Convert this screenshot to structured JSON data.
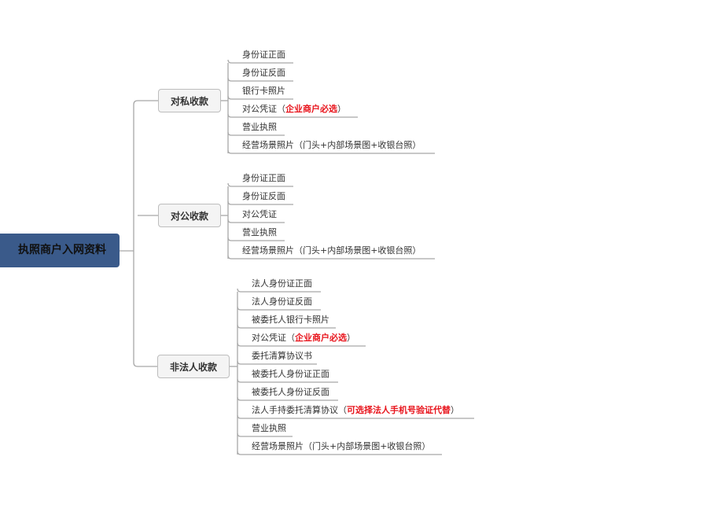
{
  "root": {
    "label": "执照商户入网资料"
  },
  "branches": [
    {
      "label": "对私收款",
      "items": [
        {
          "text": "身份证正面"
        },
        {
          "text": "身份证反面"
        },
        {
          "text": "银行卡照片"
        },
        {
          "text": "对公凭证（",
          "note": "企业商户必选",
          "suffix": "）"
        },
        {
          "text": "营业执照"
        },
        {
          "text": "经营场景照片（门头+内部场景图+收银台照）"
        }
      ]
    },
    {
      "label": "对公收款",
      "items": [
        {
          "text": "身份证正面"
        },
        {
          "text": "身份证反面"
        },
        {
          "text": "对公凭证"
        },
        {
          "text": "营业执照"
        },
        {
          "text": "经营场景照片（门头+内部场景图+收银台照）"
        }
      ]
    },
    {
      "label": "非法人收款",
      "items": [
        {
          "text": "法人身份证正面"
        },
        {
          "text": "法人身份证反面"
        },
        {
          "text": "被委托人银行卡照片"
        },
        {
          "text": "对公凭证（",
          "note": "企业商户必选",
          "suffix": "）"
        },
        {
          "text": "委托清算协议书"
        },
        {
          "text": "被委托人身份证正面"
        },
        {
          "text": "被委托人身份证反面"
        },
        {
          "text": "法人手持委托清算协议（",
          "note": "可选择法人手机号验证代替",
          "suffix": "）"
        },
        {
          "text": "营业执照"
        },
        {
          "text": "经营场景照片（门头+内部场景图+收银台照）"
        }
      ]
    }
  ],
  "colors": {
    "root": "#3a5a8a",
    "line": "#a8a8a8",
    "note": "#e8141c"
  }
}
